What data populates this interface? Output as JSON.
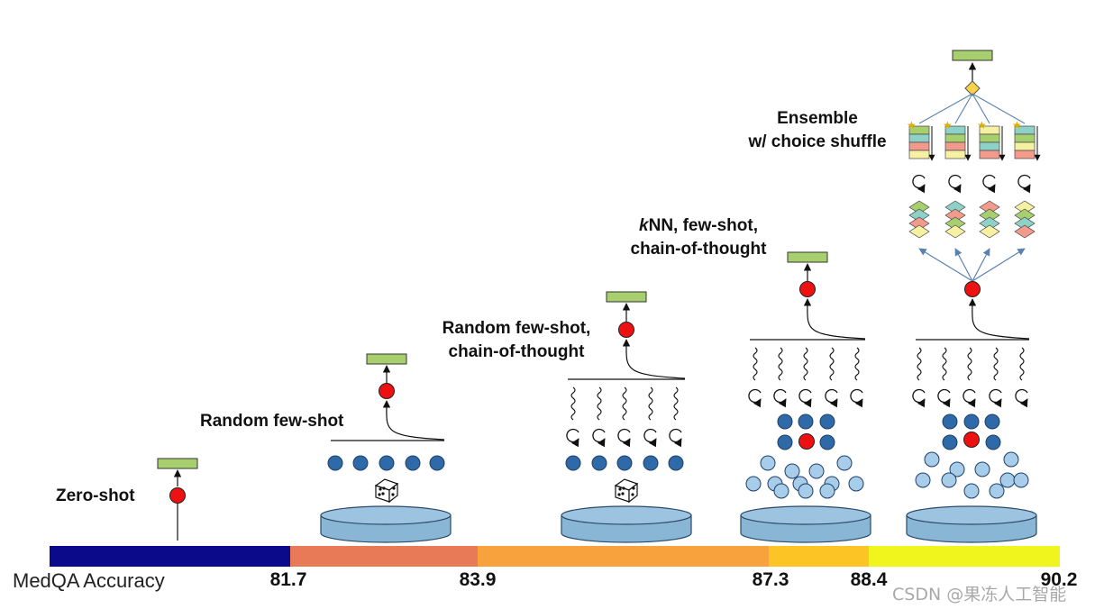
{
  "labels": {
    "zero_shot": "Zero-shot",
    "random_few_shot": "Random few-shot",
    "random_cot_line1": "Random few-shot,",
    "random_cot_line2": "chain-of-thought",
    "knn_line1_italic": "k",
    "knn_line1_rest": "NN, few-shot,",
    "knn_line2": "chain-of-thought",
    "ensemble_line1": "Ensemble",
    "ensemble_line2": "w/ choice shuffle"
  },
  "axis": {
    "title": "MedQA Accuracy",
    "ticks": [
      "81.7",
      "83.9",
      "87.3",
      "88.4",
      "90.2"
    ],
    "colors": [
      "#0a0a8a",
      "#e97a58",
      "#f7a23d",
      "#fcc424",
      "#f0f51d"
    ]
  },
  "colors": {
    "red_dot": "#ee1111",
    "output_bar": "#a8cf6e",
    "dark_blue_dot": "#2e6aa8",
    "light_blue_dot": "#a7cdea",
    "database": "#8ab6d6",
    "diamond": "#f7d24a",
    "arrow_blue": "#5a82ad"
  },
  "watermark": "CSDN @果冻人工智能"
}
